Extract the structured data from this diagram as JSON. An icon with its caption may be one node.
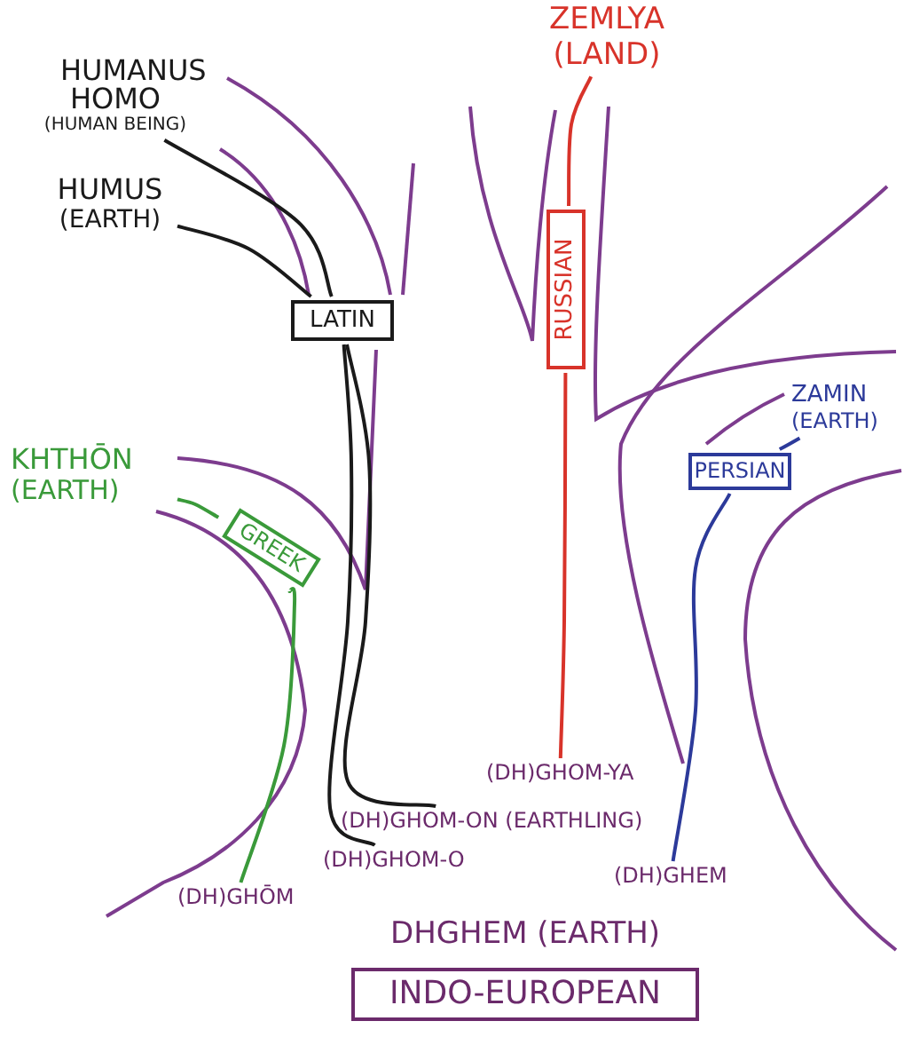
{
  "diagram": {
    "nodes": [
      {
        "text": [
          "HOMO",
          "(HUMAN BEING)"
        ]
      },
      {
        "text": [
          "HUMUS",
          "(EARTH)"
        ]
      },
      {
        "text": [
          "ZEMLYA",
          "(LAND)"
        ]
      },
      {
        "text": [
          "ZAMIN",
          "(EARTH)"
        ]
      },
      {
        "text": [
          "KHTHŌN",
          "(EARTH)"
        ]
      },
      {
        "text": [
          "LATIN"
        ]
      },
      {
        "text": [
          "RUSSIAN"
        ]
      },
      {
        "text": [
          "PERSIAN"
        ]
      },
      {
        "text": [
          "GREEK"
        ]
      },
      {
        "text": [
          "(DH)GHOM-YA"
        ]
      },
      {
        "text": [
          "(DH)GHOM-ON (EARTHLING)"
        ]
      },
      {
        "text": [
          "(DH)GHOM-O"
        ]
      },
      {
        "text": [
          "(DH)GHŌM"
        ]
      },
      {
        "text": [
          "(DH)GHEM"
        ]
      },
      {
        "text": [
          "INDO-EUROPEAN"
        ],
        "beside": [
          "DHGHEM (EARTH)"
        ]
      }
    ],
    "edges": [
      {
        "from": 10,
        "to": 5,
        "arrow": "none"
      },
      {
        "from": 5,
        "to": 0,
        "arrow": "none"
      },
      {
        "from": 11,
        "to": 5,
        "arrow": "none"
      },
      {
        "from": 5,
        "to": 1,
        "arrow": "none"
      },
      {
        "from": 9,
        "to": 6,
        "arrow": "none",
        "color": "#d8332a"
      },
      {
        "from": 6,
        "to": 2,
        "arrow": "none",
        "color": "#d8332a"
      },
      {
        "from": 13,
        "to": 7,
        "arrow": "none",
        "color": "#2c3a9a"
      },
      {
        "from": 7,
        "to": 3,
        "arrow": "none",
        "color": "#2c3a9a"
      },
      {
        "from": 12,
        "to": 8,
        "arrow": "none",
        "color": "#3a9a3a"
      },
      {
        "from": 8,
        "to": 4,
        "arrow": "none",
        "color": "#3a9a3a"
      }
    ],
    "labels": [
      "HUMANUS"
    ]
  }
}
